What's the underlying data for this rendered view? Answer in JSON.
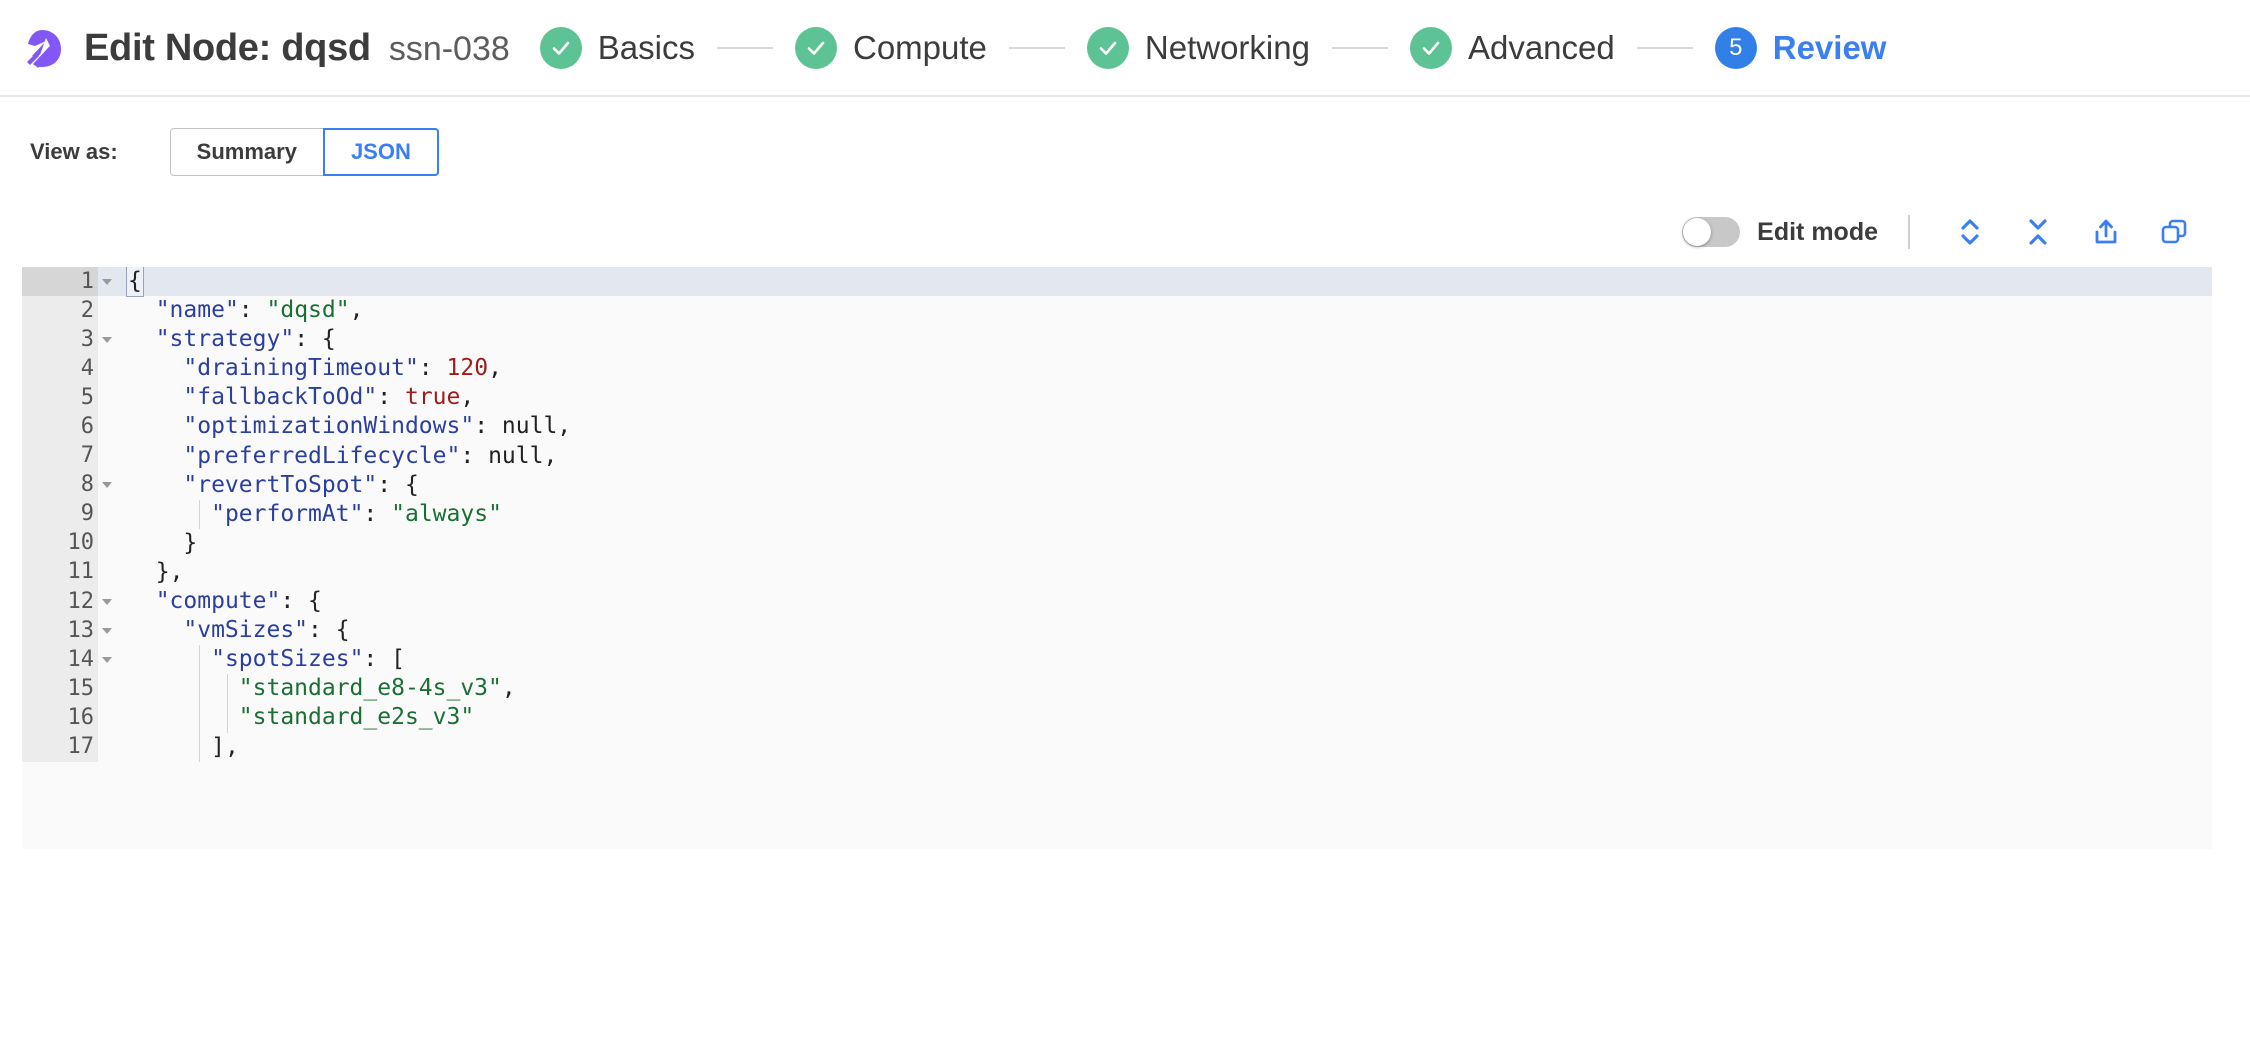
{
  "header": {
    "logo_name": "spot-logo",
    "title": "Edit Node: dqsd",
    "subtitle": "ssn-038",
    "steps": [
      {
        "label": "Basics",
        "state": "done",
        "marker": "check"
      },
      {
        "label": "Compute",
        "state": "done",
        "marker": "check"
      },
      {
        "label": "Networking",
        "state": "done",
        "marker": "check"
      },
      {
        "label": "Advanced",
        "state": "done",
        "marker": "check"
      },
      {
        "label": "Review",
        "state": "current",
        "marker": "5"
      }
    ]
  },
  "view_as": {
    "label": "View as:",
    "options": [
      "Summary",
      "JSON"
    ],
    "selected": "JSON"
  },
  "editor_toolbar": {
    "edit_mode_label": "Edit mode",
    "edit_mode_on": false,
    "icons": [
      {
        "name": "expand-all-icon",
        "title": "Expand all"
      },
      {
        "name": "collapse-all-icon",
        "title": "Collapse all"
      },
      {
        "name": "export-icon",
        "title": "Export"
      },
      {
        "name": "copy-icon",
        "title": "Copy"
      }
    ]
  },
  "colors": {
    "brand_purple": "#8257f5",
    "accent_blue": "#3b7ff2",
    "step_done_green": "#5ec394",
    "step_current_blue": "#337fe8",
    "json_key": "#2b3f9e",
    "json_string": "#1a7033",
    "json_number": "#9c1c1c",
    "editor_bg": "#fafafa",
    "gutter_bg": "#ececec",
    "active_line_bg": "#e3e7f0"
  },
  "code": {
    "language": "json",
    "active_line": 1,
    "lines": [
      {
        "n": 1,
        "fold": true,
        "indent": 0,
        "text": "{"
      },
      {
        "n": 2,
        "fold": false,
        "indent": 1,
        "text": "\"name\": \"dqsd\","
      },
      {
        "n": 3,
        "fold": true,
        "indent": 1,
        "text": "\"strategy\": {"
      },
      {
        "n": 4,
        "fold": false,
        "indent": 2,
        "text": "\"drainingTimeout\": 120,"
      },
      {
        "n": 5,
        "fold": false,
        "indent": 2,
        "text": "\"fallbackToOd\": true,"
      },
      {
        "n": 6,
        "fold": false,
        "indent": 2,
        "text": "\"optimizationWindows\": null,"
      },
      {
        "n": 7,
        "fold": false,
        "indent": 2,
        "text": "\"preferredLifecycle\": null,"
      },
      {
        "n": 8,
        "fold": true,
        "indent": 2,
        "text": "\"revertToSpot\": {"
      },
      {
        "n": 9,
        "fold": false,
        "indent": 3,
        "text": "\"performAt\": \"always\""
      },
      {
        "n": 10,
        "fold": false,
        "indent": 2,
        "text": "}"
      },
      {
        "n": 11,
        "fold": false,
        "indent": 1,
        "text": "},"
      },
      {
        "n": 12,
        "fold": true,
        "indent": 1,
        "text": "\"compute\": {"
      },
      {
        "n": 13,
        "fold": true,
        "indent": 2,
        "text": "\"vmSizes\": {"
      },
      {
        "n": 14,
        "fold": true,
        "indent": 3,
        "text": "\"spotSizes\": ["
      },
      {
        "n": 15,
        "fold": false,
        "indent": 4,
        "text": "\"standard_e8-4s_v3\","
      },
      {
        "n": 16,
        "fold": false,
        "indent": 4,
        "text": "\"standard_e2s_v3\""
      },
      {
        "n": 17,
        "fold": false,
        "indent": 3,
        "text": "],"
      }
    ],
    "json_value": {
      "name": "dqsd",
      "strategy": {
        "drainingTimeout": 120,
        "fallbackToOd": true,
        "optimizationWindows": null,
        "preferredLifecycle": null,
        "revertToSpot": {
          "performAt": "always"
        }
      },
      "compute": {
        "vmSizes": {
          "spotSizes": [
            "standard_e8-4s_v3",
            "standard_e2s_v3"
          ]
        }
      }
    }
  }
}
